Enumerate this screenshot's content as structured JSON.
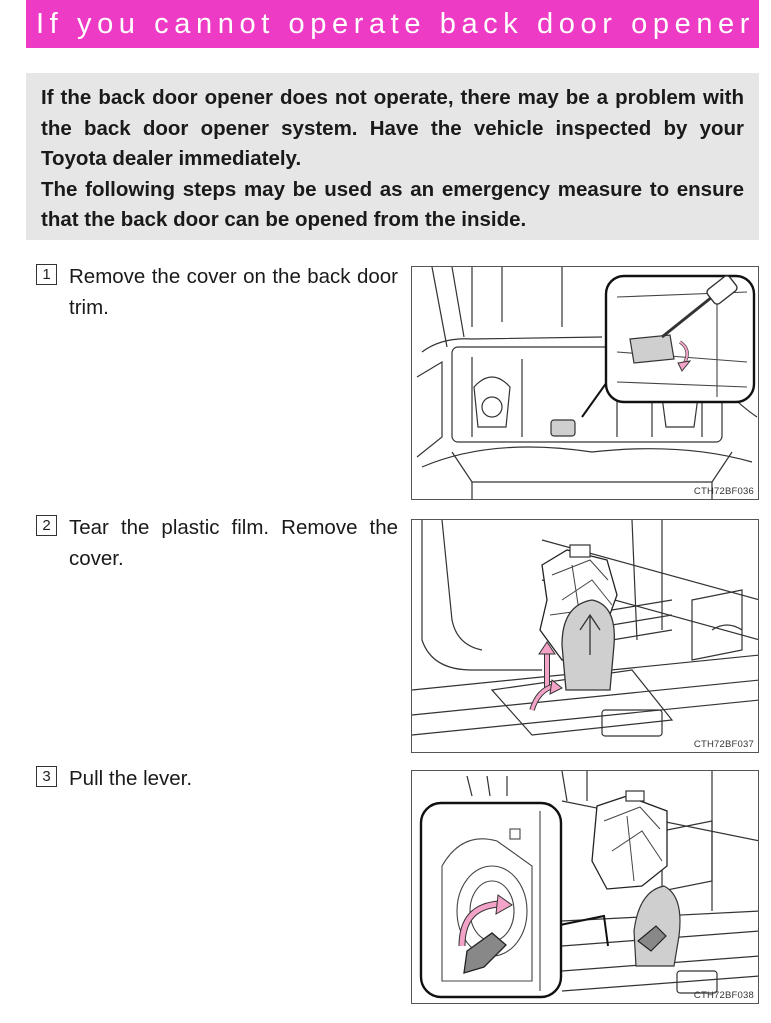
{
  "colors": {
    "accent": "#ee3bc6",
    "intro_bg": "#e6e6e6",
    "arrow_fill": "#f2a3c7"
  },
  "header": {
    "title": "If you cannot operate back door opener"
  },
  "intro": {
    "paragraph_1": "If the back door opener does not operate, there may be a problem with the back door opener system. Have the vehicle inspected by your Toyota dealer immediately.",
    "paragraph_2": "The following steps may be used as an emergency measure to ensure that the back door can be opened from the inside."
  },
  "steps": [
    {
      "number": "1",
      "text": "Remove the cover on the back door trim.",
      "figure_code": "CTH72BF036"
    },
    {
      "number": "2",
      "text": "Tear the plastic film. Remove the cover.",
      "figure_code": "CTH72BF037"
    },
    {
      "number": "3",
      "text": "Pull the lever.",
      "figure_code": "CTH72BF038"
    }
  ]
}
